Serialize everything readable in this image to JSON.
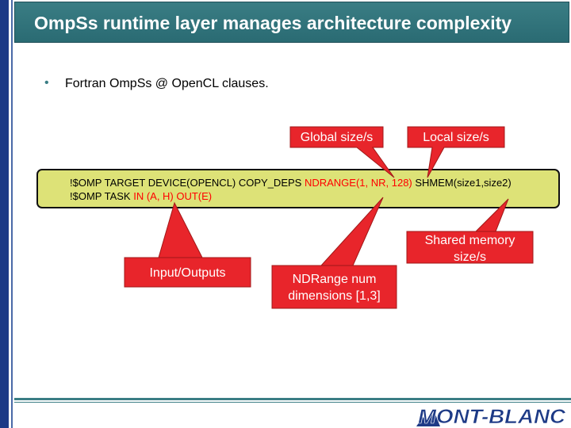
{
  "slide": {
    "title": "OmpSs runtime layer manages architecture complexity",
    "bullet": "Fortran OmpSs @ OpenCL clauses."
  },
  "code": {
    "line1_a": "!$OMP TARGET DEVICE(OPENCL) COPY_DEPS ",
    "line1_b": "NDRANGE(1, NR, 128)",
    "line1_c": "  SHMEM(size1,size2)",
    "line2_a": "!$OMP TASK ",
    "line2_b": "IN (A, H) OUT(E)"
  },
  "callouts": {
    "global": "Global size/s",
    "local": "Local size/s",
    "shared_1": "Shared memory",
    "shared_2": "size/s",
    "inout": "Input/Outputs",
    "ndrange_1": "NDRange num",
    "ndrange_2": "dimensions [1,3]"
  },
  "logo": {
    "text": "MONT-BLANC"
  },
  "colors": {
    "title_bg": "#2f7278",
    "callout_fill": "#e8252b",
    "code_bg": "#dde277",
    "accent_blue": "#1d3a86"
  }
}
